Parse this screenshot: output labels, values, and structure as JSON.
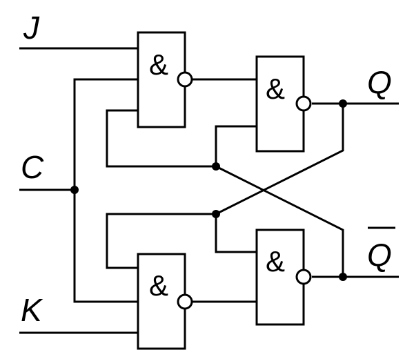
{
  "labels": {
    "j": "J",
    "c": "C",
    "k": "K",
    "q": "Q",
    "q_bar": "Q"
  },
  "gates": {
    "symbol": "&"
  },
  "colors": {
    "line": "#000000",
    "background": "#ffffff"
  }
}
